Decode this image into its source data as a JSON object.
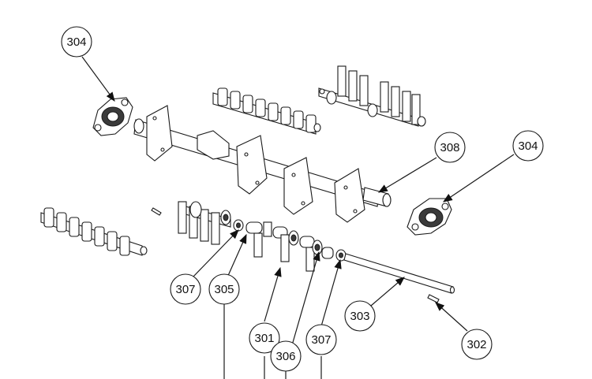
{
  "callouts": {
    "c304a": "304",
    "c304b": "304",
    "c308": "308",
    "c307a": "307",
    "c305": "305",
    "c301": "301",
    "c306": "306",
    "c307b": "307",
    "c303": "303",
    "c302": "302"
  }
}
